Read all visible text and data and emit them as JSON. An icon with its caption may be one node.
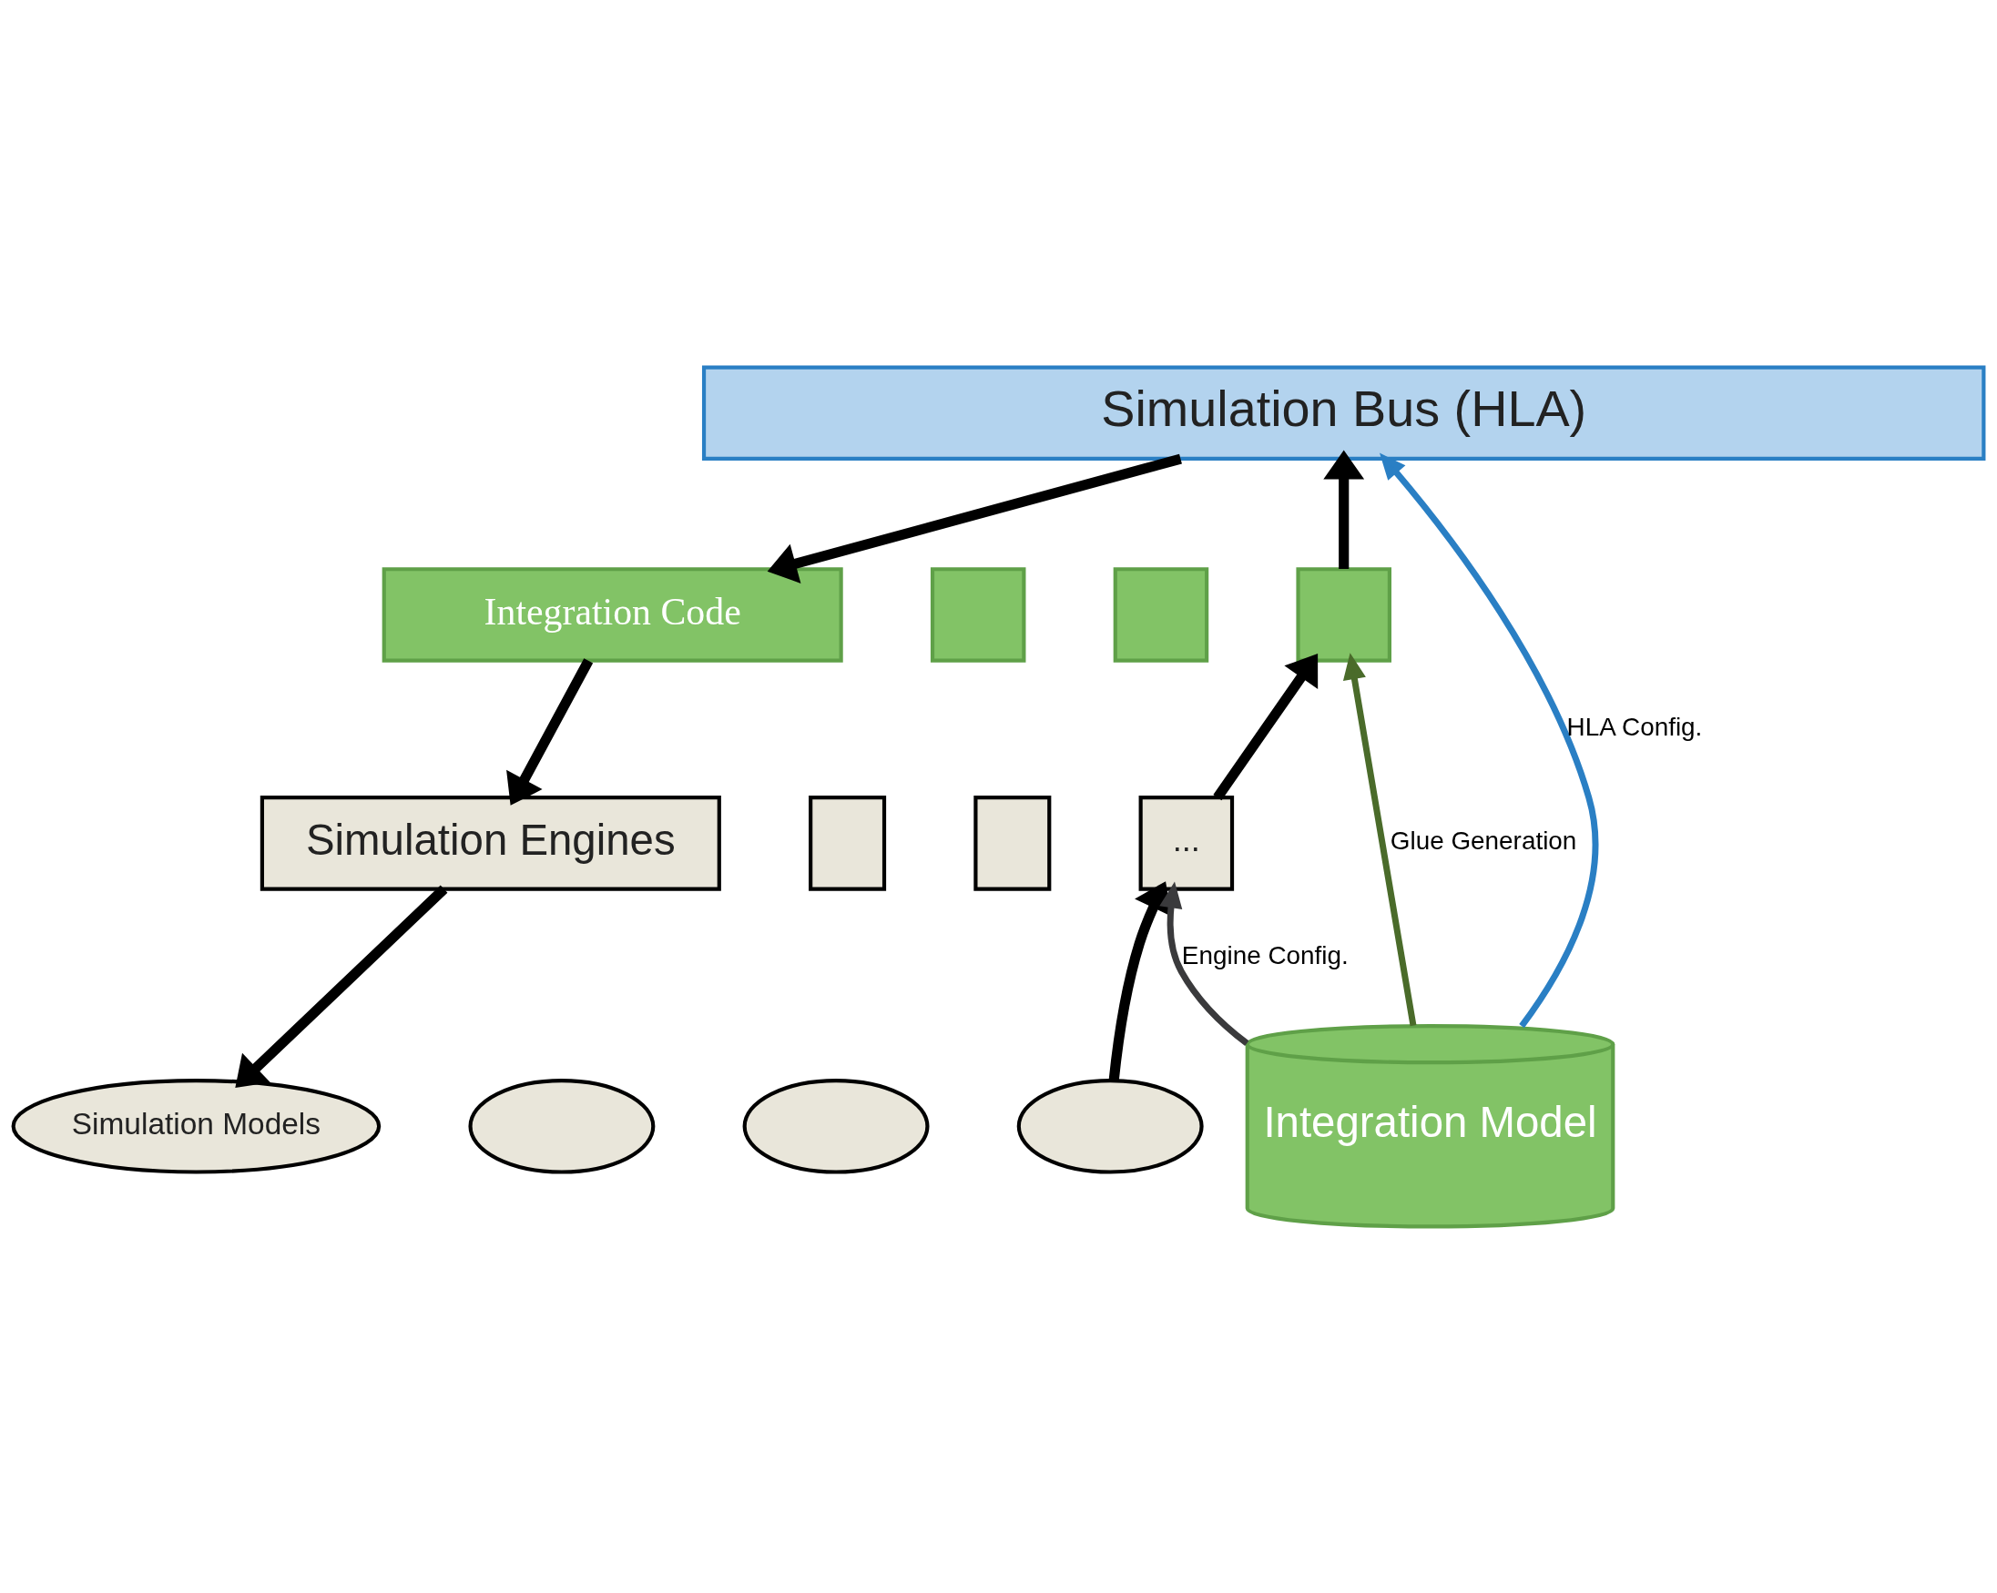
{
  "diagram": {
    "nodes": [
      {
        "text": [
          "Simulation Bus (HLA)"
        ]
      },
      {
        "text": [
          "Integration Code"
        ]
      },
      {
        "text": [],
        "shape": "box"
      },
      {
        "text": [],
        "shape": "box"
      },
      {
        "text": [],
        "shape": "box"
      },
      {
        "text": [
          "Simulation Engines"
        ]
      },
      {
        "text": [],
        "shape": "box"
      },
      {
        "text": [],
        "shape": "box"
      },
      {
        "text": [
          "..."
        ]
      },
      {
        "text": [
          "Simulation Models"
        ]
      },
      {
        "text": [],
        "shape": "ellipse"
      },
      {
        "text": [],
        "shape": "ellipse"
      },
      {
        "text": [],
        "shape": "ellipse"
      },
      {
        "text": [
          "Integration Model"
        ]
      }
    ],
    "edges": [
      {
        "from": 0,
        "to": 1,
        "arrow": "to"
      },
      {
        "from": 1,
        "to": 5,
        "arrow": "to"
      },
      {
        "from": 5,
        "to": 9,
        "arrow": "to"
      },
      {
        "from": 12,
        "to": 8,
        "arrow": "to"
      },
      {
        "from": 8,
        "to": 4,
        "arrow": "to"
      },
      {
        "from": 4,
        "to": 0,
        "arrow": "to"
      },
      {
        "from": 13,
        "to": 4,
        "arrow": "to",
        "label": "Glue Generation",
        "color": "#4a6b2a"
      },
      {
        "from": 13,
        "to": 8,
        "arrow": "to",
        "label": "Engine Config.",
        "color": "#3a3a3c"
      },
      {
        "from": 13,
        "to": 0,
        "arrow": "to",
        "label": "HLA Config.",
        "color": "#2a7fc4"
      }
    ]
  }
}
